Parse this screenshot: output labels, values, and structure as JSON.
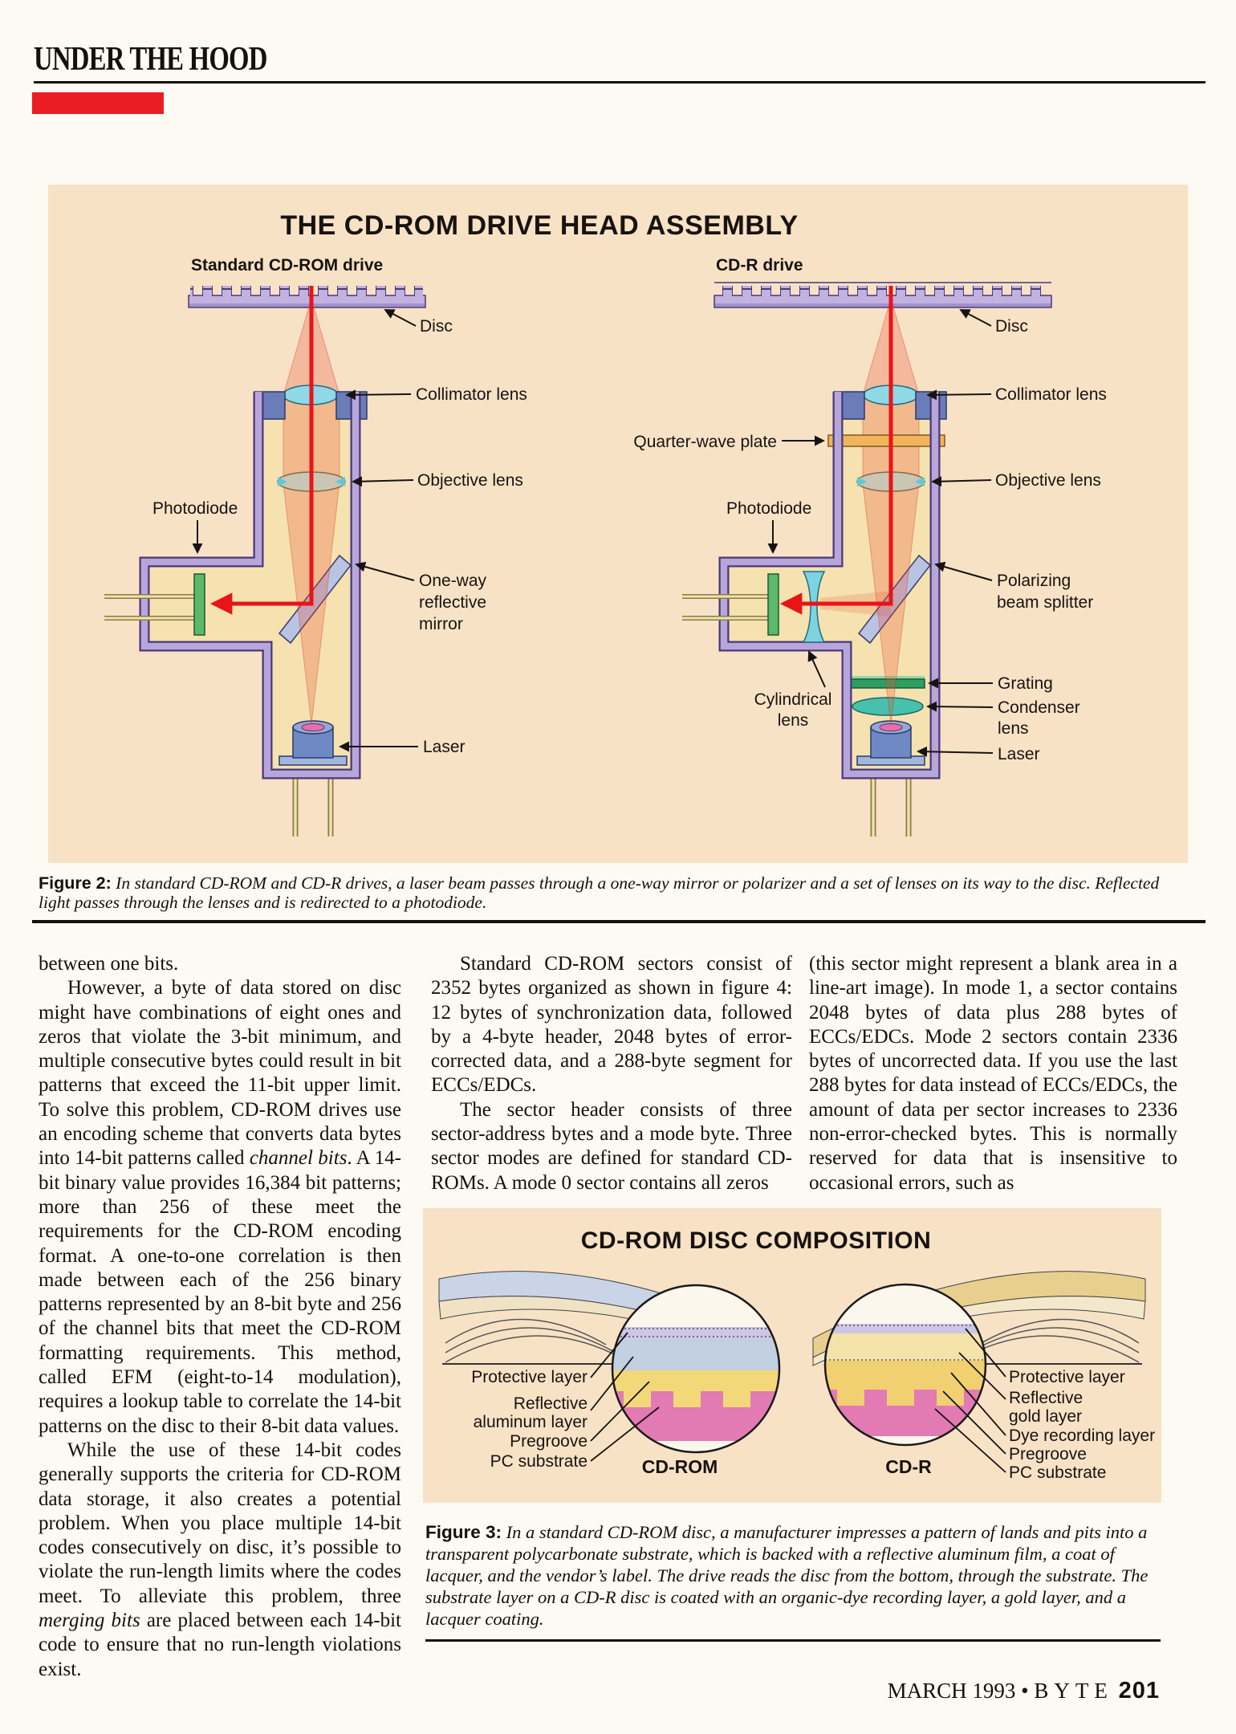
{
  "page": {
    "header": "UNDER THE HOOD",
    "footer": {
      "issue": "MARCH 1993",
      "bullet": "•",
      "magazine": "BYTE",
      "page_number": "201"
    }
  },
  "figure2": {
    "title": "THE CD-ROM DRIVE HEAD ASSEMBLY",
    "left": {
      "heading": "Standard CD-ROM drive",
      "labels": {
        "disc": "Disc",
        "collimator": "Collimator lens",
        "objective": "Objective lens",
        "photodiode": "Photodiode",
        "mirror1": "One-way",
        "mirror2": "reflective",
        "mirror3": "mirror",
        "laser": "Laser"
      }
    },
    "right": {
      "heading": "CD-R drive",
      "labels": {
        "disc": "Disc",
        "collimator": "Collimator lens",
        "qwp": "Quarter-wave plate",
        "objective": "Objective lens",
        "photodiode": "Photodiode",
        "pbs1": "Polarizing",
        "pbs2": "beam splitter",
        "cyl1": "Cylindrical",
        "cyl2": "lens",
        "grating": "Grating",
        "cond1": "Condenser",
        "cond2": "lens",
        "laser": "Laser"
      }
    },
    "caption_label": "Figure 2:",
    "caption": " In standard CD-ROM and CD-R drives, a laser beam passes through a one-way mirror or polarizer and a set of lenses on its way to the disc. Reflected light passes through the lenses and is redirected to a photodiode."
  },
  "body": {
    "col1": {
      "p1": "between one bits.",
      "p2a": "However, a byte of data stored on disc might have combinations of eight ones and zeros that violate the 3-bit minimum, and multiple consecutive bytes could result in bit patterns that exceed the 11-bit upper limit. To solve this problem, CD-ROM drives use an encoding scheme that converts data bytes into 14-bit patterns called ",
      "p2b": "channel bits",
      "p2c": ". A 14-bit binary value provides 16,384 bit patterns; more than 256 of these meet the requirements for the CD-ROM encoding format. A one-to-one correlation is then made between each of the 256 binary patterns represented by an 8-bit byte and 256 of the channel bits that meet the CD-ROM formatting requirements. This method, called EFM (eight-to-14 modulation), requires a lookup table to correlate the 14-bit patterns on the disc to their 8-bit data values.",
      "p3a": "While the use of these 14-bit codes generally supports the criteria for CD-ROM data storage, it also creates a potential problem. When you place multiple 14-bit codes consecutively on disc, it’s possible to violate the run-length limits where the codes meet. To alleviate this problem, three ",
      "p3b": "merging bits",
      "p3c": " are placed between each 14-bit code to ensure that no run-length violations exist."
    },
    "col2": {
      "p1": "Standard CD-ROM sectors consist of 2352 bytes organized as shown in figure 4: 12 bytes of synchronization data, followed by a 4-byte header, 2048 bytes of error-corrected data, and a 288-byte segment for ECCs/EDCs.",
      "p2": "The sector header consists of three sector-address bytes and a mode byte. Three sector modes are defined for standard CD-ROMs. A mode 0 sector contains all zeros"
    },
    "col3": {
      "p1": "(this sector might represent a blank area in a line-art image). In mode 1, a sector contains 2048 bytes of data plus 288 bytes of ECCs/EDCs. Mode 2 sectors contain 2336 bytes of uncorrected data. If you use the last 288 bytes for data instead of ECCs/EDCs, the amount of data per sector increases to 2336 non-error-checked bytes. This is normally reserved for data that is insensitive to occasional errors, such as"
    }
  },
  "figure3": {
    "title": "CD-ROM DISC COMPOSITION",
    "left": {
      "l1": "Protective layer",
      "l2a": "Reflective",
      "l2b": "aluminum layer",
      "l3": "Pregroove",
      "l4": "PC substrate",
      "name": "CD-ROM"
    },
    "right": {
      "r1": "Protective layer",
      "r2a": "Reflective",
      "r2b": "gold layer",
      "r3": "Dye recording layer",
      "r4": "Pregroove",
      "r5": "PC substrate",
      "name": "CD-R"
    },
    "caption_label": "Figure 3:",
    "caption": " In a standard CD-ROM disc, a manufacturer impresses a pattern of lands and pits into a transparent polycarbonate substrate, which is backed with a reflective aluminum film, a coat of lacquer, and the vendor’s label. The drive reads the disc from the bottom, through the substrate. The substrate layer on a CD-R disc is coated with an organic-dye recording layer, a gold layer, and a lacquer coating."
  },
  "colors": {
    "accent_red": "#ec1c24",
    "panel_tan": "#f8e2c6",
    "tube_lavender": "#b7a6da",
    "beam_red": "#e81418",
    "interior_cream": "#f5e2b0",
    "lens_cyan": "#8fd8e6",
    "mount_blue": "#6b7db8",
    "photodiode_green": "#5cb86a",
    "substrate_magenta": "#e27ab4",
    "reflective_gold": "#f0d070",
    "grating_green": "#2f9e60"
  }
}
